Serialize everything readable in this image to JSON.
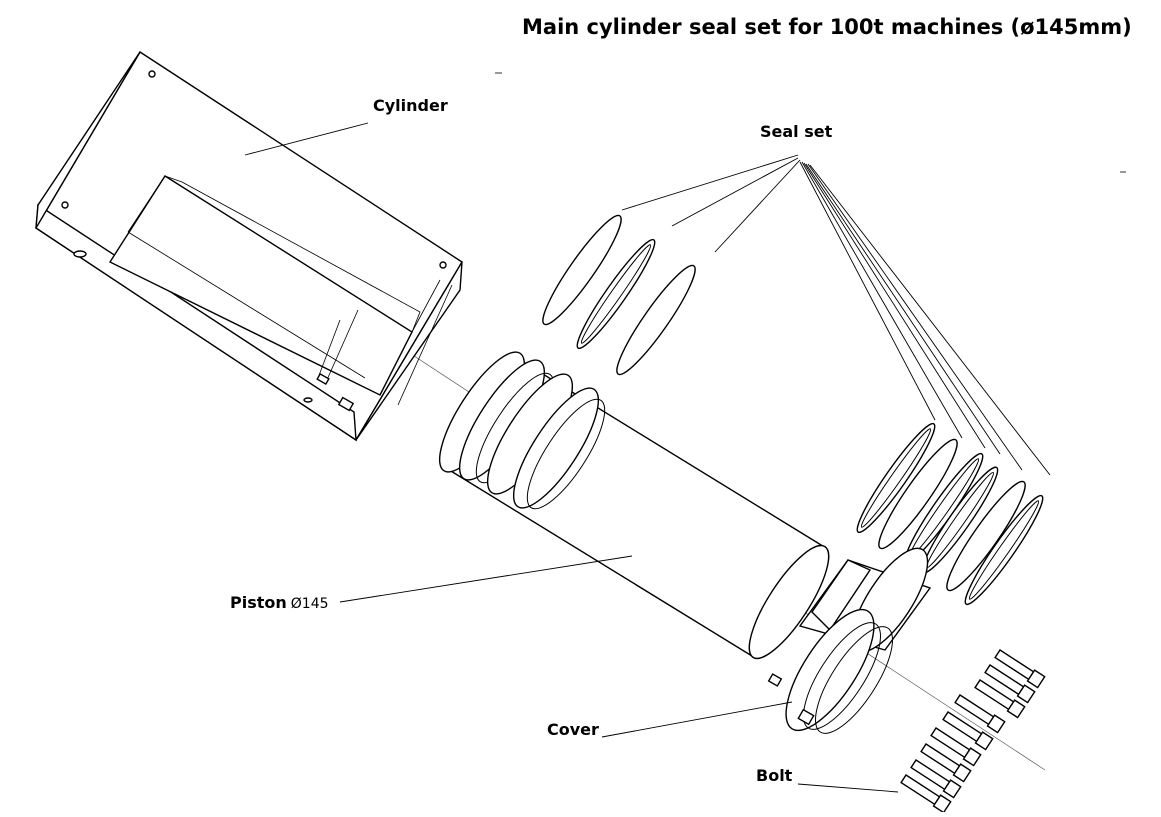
{
  "title": "Main cylinder seal set for 100t machines (ø145mm)",
  "labels": {
    "cylinder": "Cylinder",
    "seal_set": "Seal set",
    "piston": "Piston",
    "piston_note": "Ø145",
    "cover": "Cover",
    "bolt": "Bolt"
  }
}
